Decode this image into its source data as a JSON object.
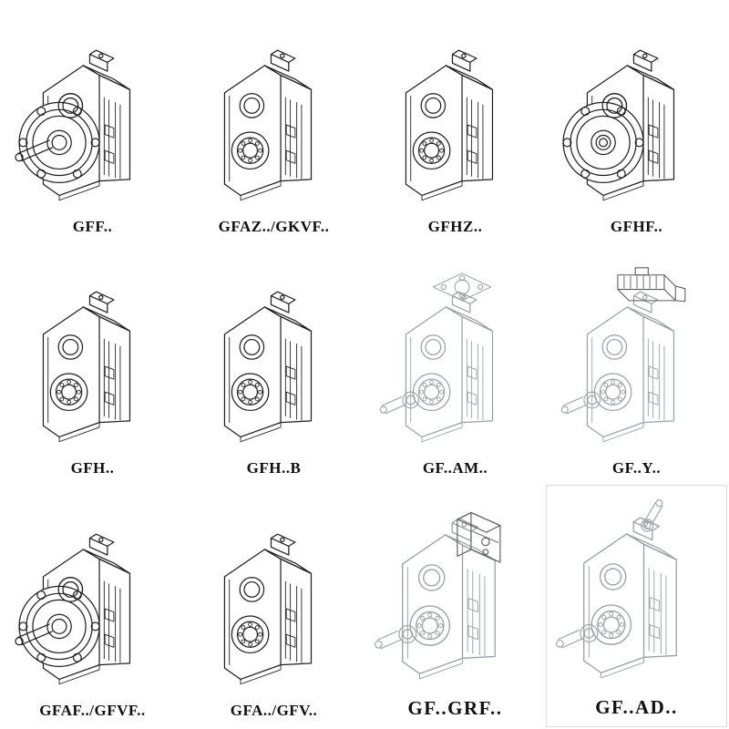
{
  "colors": {
    "line": "#1f1f1f",
    "ghost_line": "#9aa0a4",
    "background": "#ffffff"
  },
  "catalog": {
    "cells": [
      {
        "label": "GFF..",
        "drawing": "gearbox-flange-shaft-drawing"
      },
      {
        "label": "GFAZ../GKVF..",
        "drawing": "gearbox-shaft-mounted-drawing"
      },
      {
        "label": "GFHZ..",
        "drawing": "gearbox-shaft-mounted-drawing"
      },
      {
        "label": "GFHF..",
        "drawing": "gearbox-flange-hollow-drawing"
      },
      {
        "label": "GFH..",
        "drawing": "gearbox-shaft-mounted-drawing"
      },
      {
        "label": "GFH..B",
        "drawing": "gearbox-shaft-mounted-drawing"
      },
      {
        "label": "GF..AM..",
        "drawing": "gearbox-motor-flange-drawing"
      },
      {
        "label": "GF..Y..",
        "drawing": "gearbox-with-motor-drawing"
      },
      {
        "label": "GFAF../GFVF..",
        "drawing": "gearbox-flange-shaft-drawing"
      },
      {
        "label": "GFA../GFV..",
        "drawing": "gearbox-shaft-mounted-drawing"
      },
      {
        "label": "GF..GRF..",
        "drawing": "gearbox-adapter-box-drawing"
      },
      {
        "label": "GF..AD..",
        "drawing": "gearbox-input-shaft-drawing"
      }
    ]
  }
}
